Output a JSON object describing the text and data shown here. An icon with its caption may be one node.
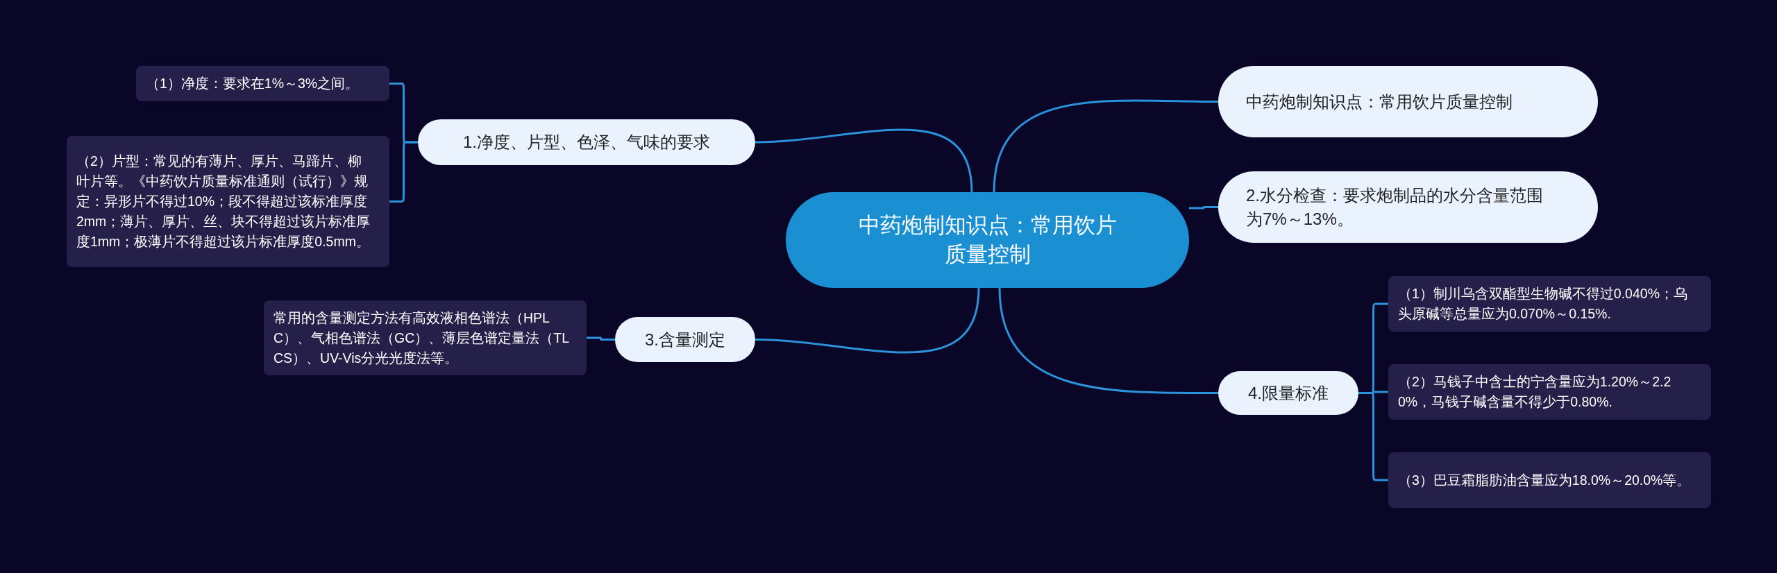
{
  "diagram": {
    "nodes": [
      {
        "text": [
          "中药炮制知识点：常用饮片质量控制"
        ]
      },
      {
        "text": [
          "中药炮制知识点：常用饮片质量控制"
        ]
      },
      {
        "text": [
          "1.净度、片型、色泽、气味的要求"
        ]
      },
      {
        "text": [
          "（1）净度：要求在1%～3%之间。"
        ]
      },
      {
        "text": [
          "（2）片型：常见的有薄片、厚片、马蹄片、柳叶片等。《中药饮片质量标准通则（试行）》规定：异形片不得过10%；段不得超过该标准厚度2mm；薄片、厚片、丝、块不得超过该片标准厚度1mm；极薄片不得超过该片标准厚度0.5mm。"
        ]
      },
      {
        "text": [
          "2.水分检查：要求炮制品的水分含量范围为7%～13%。"
        ]
      },
      {
        "text": [
          "3.含量测定"
        ]
      },
      {
        "text": [
          "常用的含量测定方法有高效液相色谱法（HPLC）、气相色谱法（GC）、薄层色谱定量法（TLCS）、UV-Vis分光光度法等。"
        ]
      },
      {
        "text": [
          "4.限量标准"
        ]
      },
      {
        "text": [
          "（1）制川乌含双酯型生物碱不得过0.040%；乌头原碱等总量应为0.070%～0.15%."
        ]
      },
      {
        "text": [
          "（2）马钱子中含士的宁含量应为1.20%～2.20%，马钱子碱含量不得少于0.80%."
        ]
      },
      {
        "text": [
          "（3）巴豆霜脂肪油含量应为18.0%～20.0%等。"
        ]
      }
    ],
    "edges": [
      {
        "from": 0,
        "to": 1,
        "arrow": "none"
      },
      {
        "from": 0,
        "to": 2,
        "arrow": "none"
      },
      {
        "from": 2,
        "to": 3,
        "arrow": "none"
      },
      {
        "from": 2,
        "to": 4,
        "arrow": "none"
      },
      {
        "from": 0,
        "to": 5,
        "arrow": "none"
      },
      {
        "from": 0,
        "to": 6,
        "arrow": "none"
      },
      {
        "from": 6,
        "to": 7,
        "arrow": "none"
      },
      {
        "from": 0,
        "to": 8,
        "arrow": "none"
      },
      {
        "from": 8,
        "to": 9,
        "arrow": "none"
      },
      {
        "from": 8,
        "to": 10,
        "arrow": "none"
      },
      {
        "from": 8,
        "to": 11,
        "arrow": "none"
      }
    ]
  }
}
